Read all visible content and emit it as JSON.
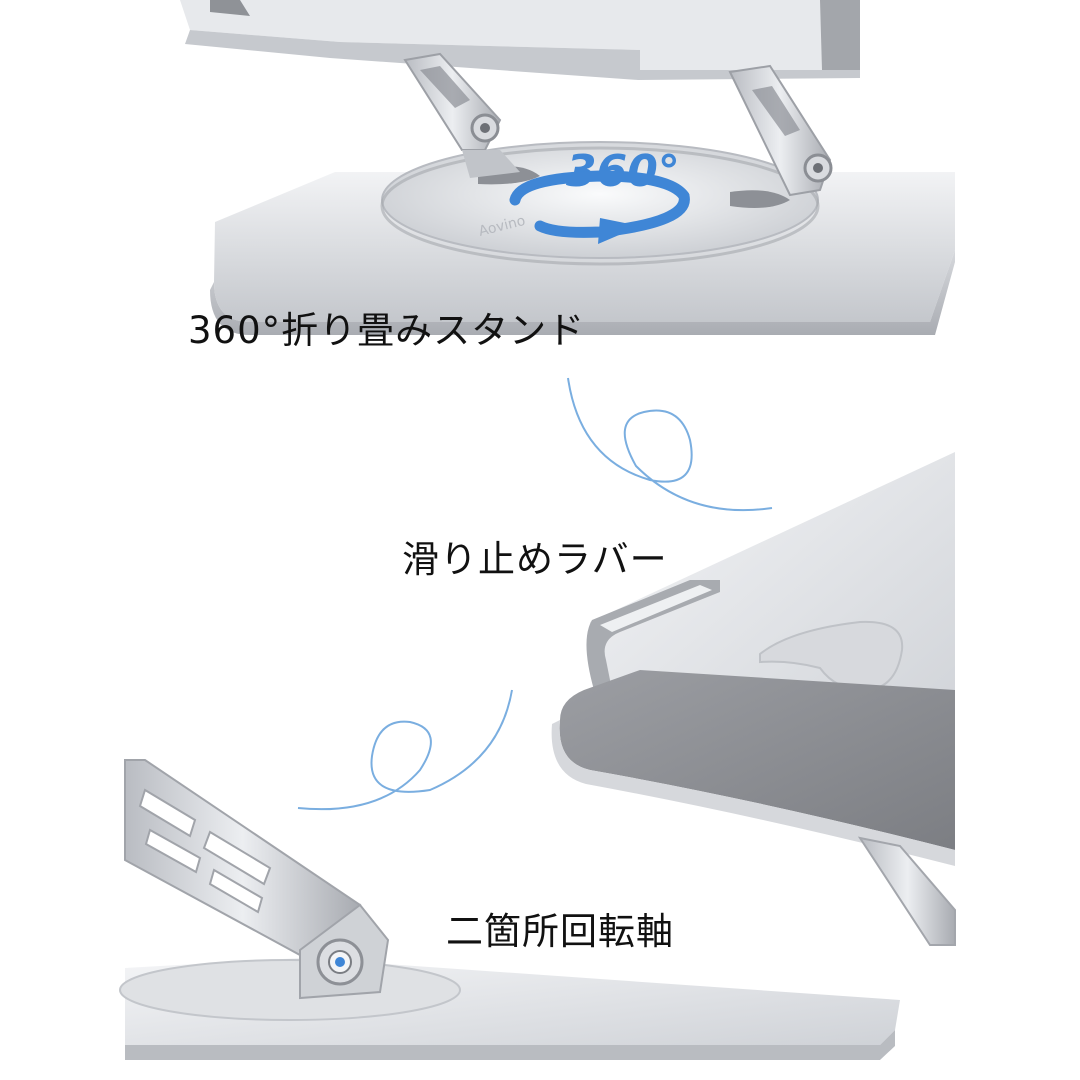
{
  "captions": {
    "fold_stand": "360°折り畳みスタンド",
    "anti_slip": "滑り止めラバー",
    "dual_axis": "二箇所回転軸"
  },
  "badge": {
    "rotation": "360°",
    "brand": "Aovino"
  },
  "colors": {
    "background": "#ffffff",
    "aluminum_light": "#e6e7ea",
    "aluminum_mid": "#c9cbd0",
    "aluminum_dark": "#9fa2a8",
    "rubber_gray": "#8a8c90",
    "accent_blue": "#3f86d6",
    "line_blue": "#7aaee0"
  },
  "icons": {
    "rotation_arrow": "rotate-arrow-icon",
    "swirl_lines": "swirl-line-icon"
  }
}
